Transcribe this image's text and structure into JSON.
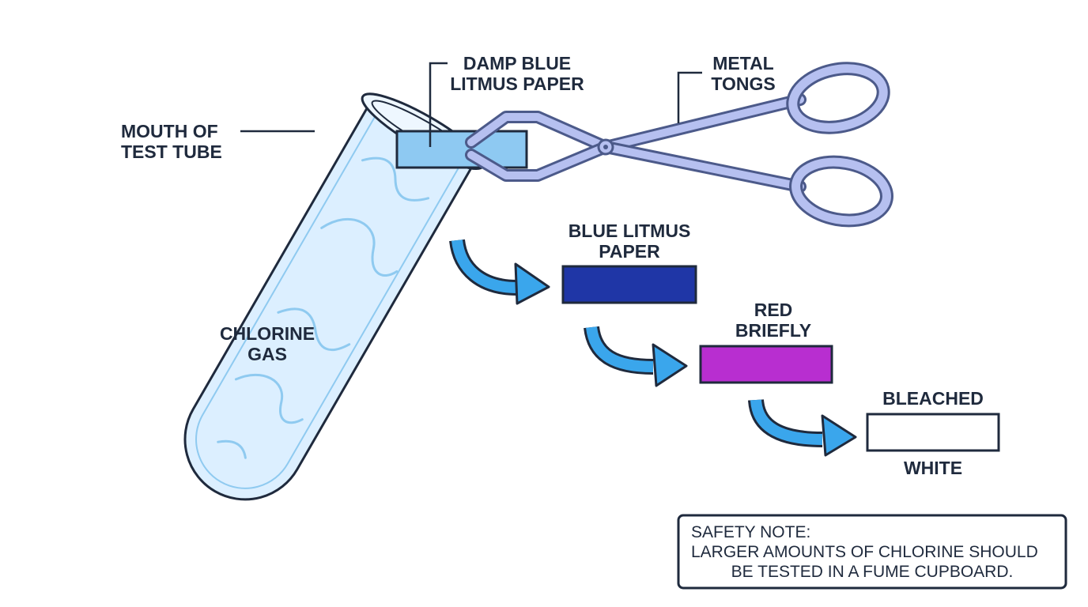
{
  "labels": {
    "mouth_line1": "MOUTH OF",
    "mouth_line2": "TEST TUBE",
    "damp_line1": "DAMP BLUE",
    "damp_line2": "LITMUS PAPER",
    "tongs_line1": "METAL",
    "tongs_line2": "TONGS",
    "gas_line1": "CHLORINE",
    "gas_line2": "GAS",
    "blue_line1": "BLUE LITMUS",
    "blue_line2": "PAPER",
    "red_line1": "RED",
    "red_line2": "BRIEFLY",
    "bleached": "BLEACHED",
    "white": "WHITE"
  },
  "safety_note": {
    "line1": "SAFETY NOTE:",
    "line2": "LARGER AMOUNTS OF CHLORINE SHOULD",
    "line3": "BE TESTED IN A FUME CUPBOARD."
  },
  "colors": {
    "outline": "#1f2a3d",
    "tube_fill": "#dcefff",
    "tube_swirl": "#8fcaf0",
    "damp_paper": "#8ec9f2",
    "tongs": "#b6c0f0",
    "tongs_outline": "#4c5a8a",
    "arrow": "#3aa6ec",
    "blue_paper": "#1f36a6",
    "red_paper": "#b82ed0",
    "bleached_paper": "#ffffff"
  }
}
